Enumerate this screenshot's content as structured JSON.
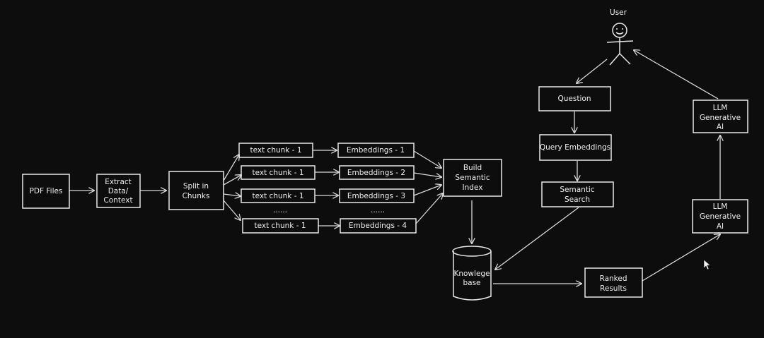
{
  "diagram": {
    "actor": {
      "label": "User"
    },
    "nodes": {
      "pdf_files": [
        "PDF Files"
      ],
      "extract": [
        "Extract",
        "Data/",
        "Context"
      ],
      "split": [
        "Split in",
        "Chunks"
      ],
      "chunk_1": [
        "text chunk - 1"
      ],
      "chunk_2": [
        "text chunk - 1"
      ],
      "chunk_3": [
        "text chunk - 1"
      ],
      "chunk_4": [
        "text chunk - 1"
      ],
      "chunk_ellipsis": [
        "......"
      ],
      "emb_1": [
        "Embeddings - 1"
      ],
      "emb_2": [
        "Embeddings  - 2"
      ],
      "emb_3": [
        "Embeddings  - 3"
      ],
      "emb_4": [
        "Embeddings  - 4"
      ],
      "emb_ellipsis": [
        "......"
      ],
      "build_index": [
        "Build",
        "Semantic",
        "Index"
      ],
      "knowledge_base": [
        "Knowlege",
        "base"
      ],
      "question": [
        "Question"
      ],
      "query_embeddings": [
        "Query Embeddings"
      ],
      "semantic_search": [
        "Semantic",
        "Search"
      ],
      "ranked_results": [
        "Ranked",
        "Results"
      ],
      "llm_lower": [
        "LLM",
        "Generative",
        "AI"
      ],
      "llm_upper": [
        "LLM",
        "Generative",
        "AI"
      ]
    }
  }
}
